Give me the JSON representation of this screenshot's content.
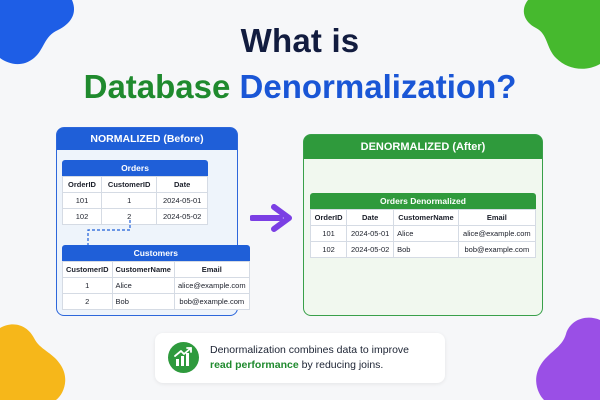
{
  "title": {
    "line1": "What is",
    "line2_part1": "Database",
    "line2_part2": "Denormalization?"
  },
  "colors": {
    "navy": "#121c3f",
    "green": "#1f8a2e",
    "blue": "#1a56d6",
    "header_blue": "#1f5fd8",
    "header_green": "#2f9a3c",
    "arrow": "#7b3fe4"
  },
  "normalized": {
    "header": "NORMALIZED (Before)",
    "orders": {
      "title": "Orders",
      "columns": [
        "OrderID",
        "CustomerID",
        "Date"
      ],
      "rows": [
        [
          "101",
          "1",
          "2024-05-01"
        ],
        [
          "102",
          "2",
          "2024-05-02"
        ]
      ]
    },
    "customers": {
      "title": "Customers",
      "columns": [
        "CustomerID",
        "CustomerName",
        "Email"
      ],
      "rows": [
        [
          "1",
          "Alice",
          "alice@example.com"
        ],
        [
          "2",
          "Bob",
          "bob@example.com"
        ]
      ]
    }
  },
  "denormalized": {
    "header": "DENORMALIZED (After)",
    "table": {
      "title": "Orders Denormalized",
      "columns": [
        "OrderID",
        "Date",
        "CustomerName",
        "Email"
      ],
      "rows": [
        [
          "101",
          "2024-05-01",
          "Alice",
          "alice@example.com"
        ],
        [
          "102",
          "2024-05-02",
          "Bob",
          "bob@example.com"
        ]
      ]
    }
  },
  "callout": {
    "icon": "growth-chart-icon",
    "text_part1": "Denormalization combines data to improve",
    "text_highlight": "read performance",
    "text_part2": "by reducing joins."
  }
}
